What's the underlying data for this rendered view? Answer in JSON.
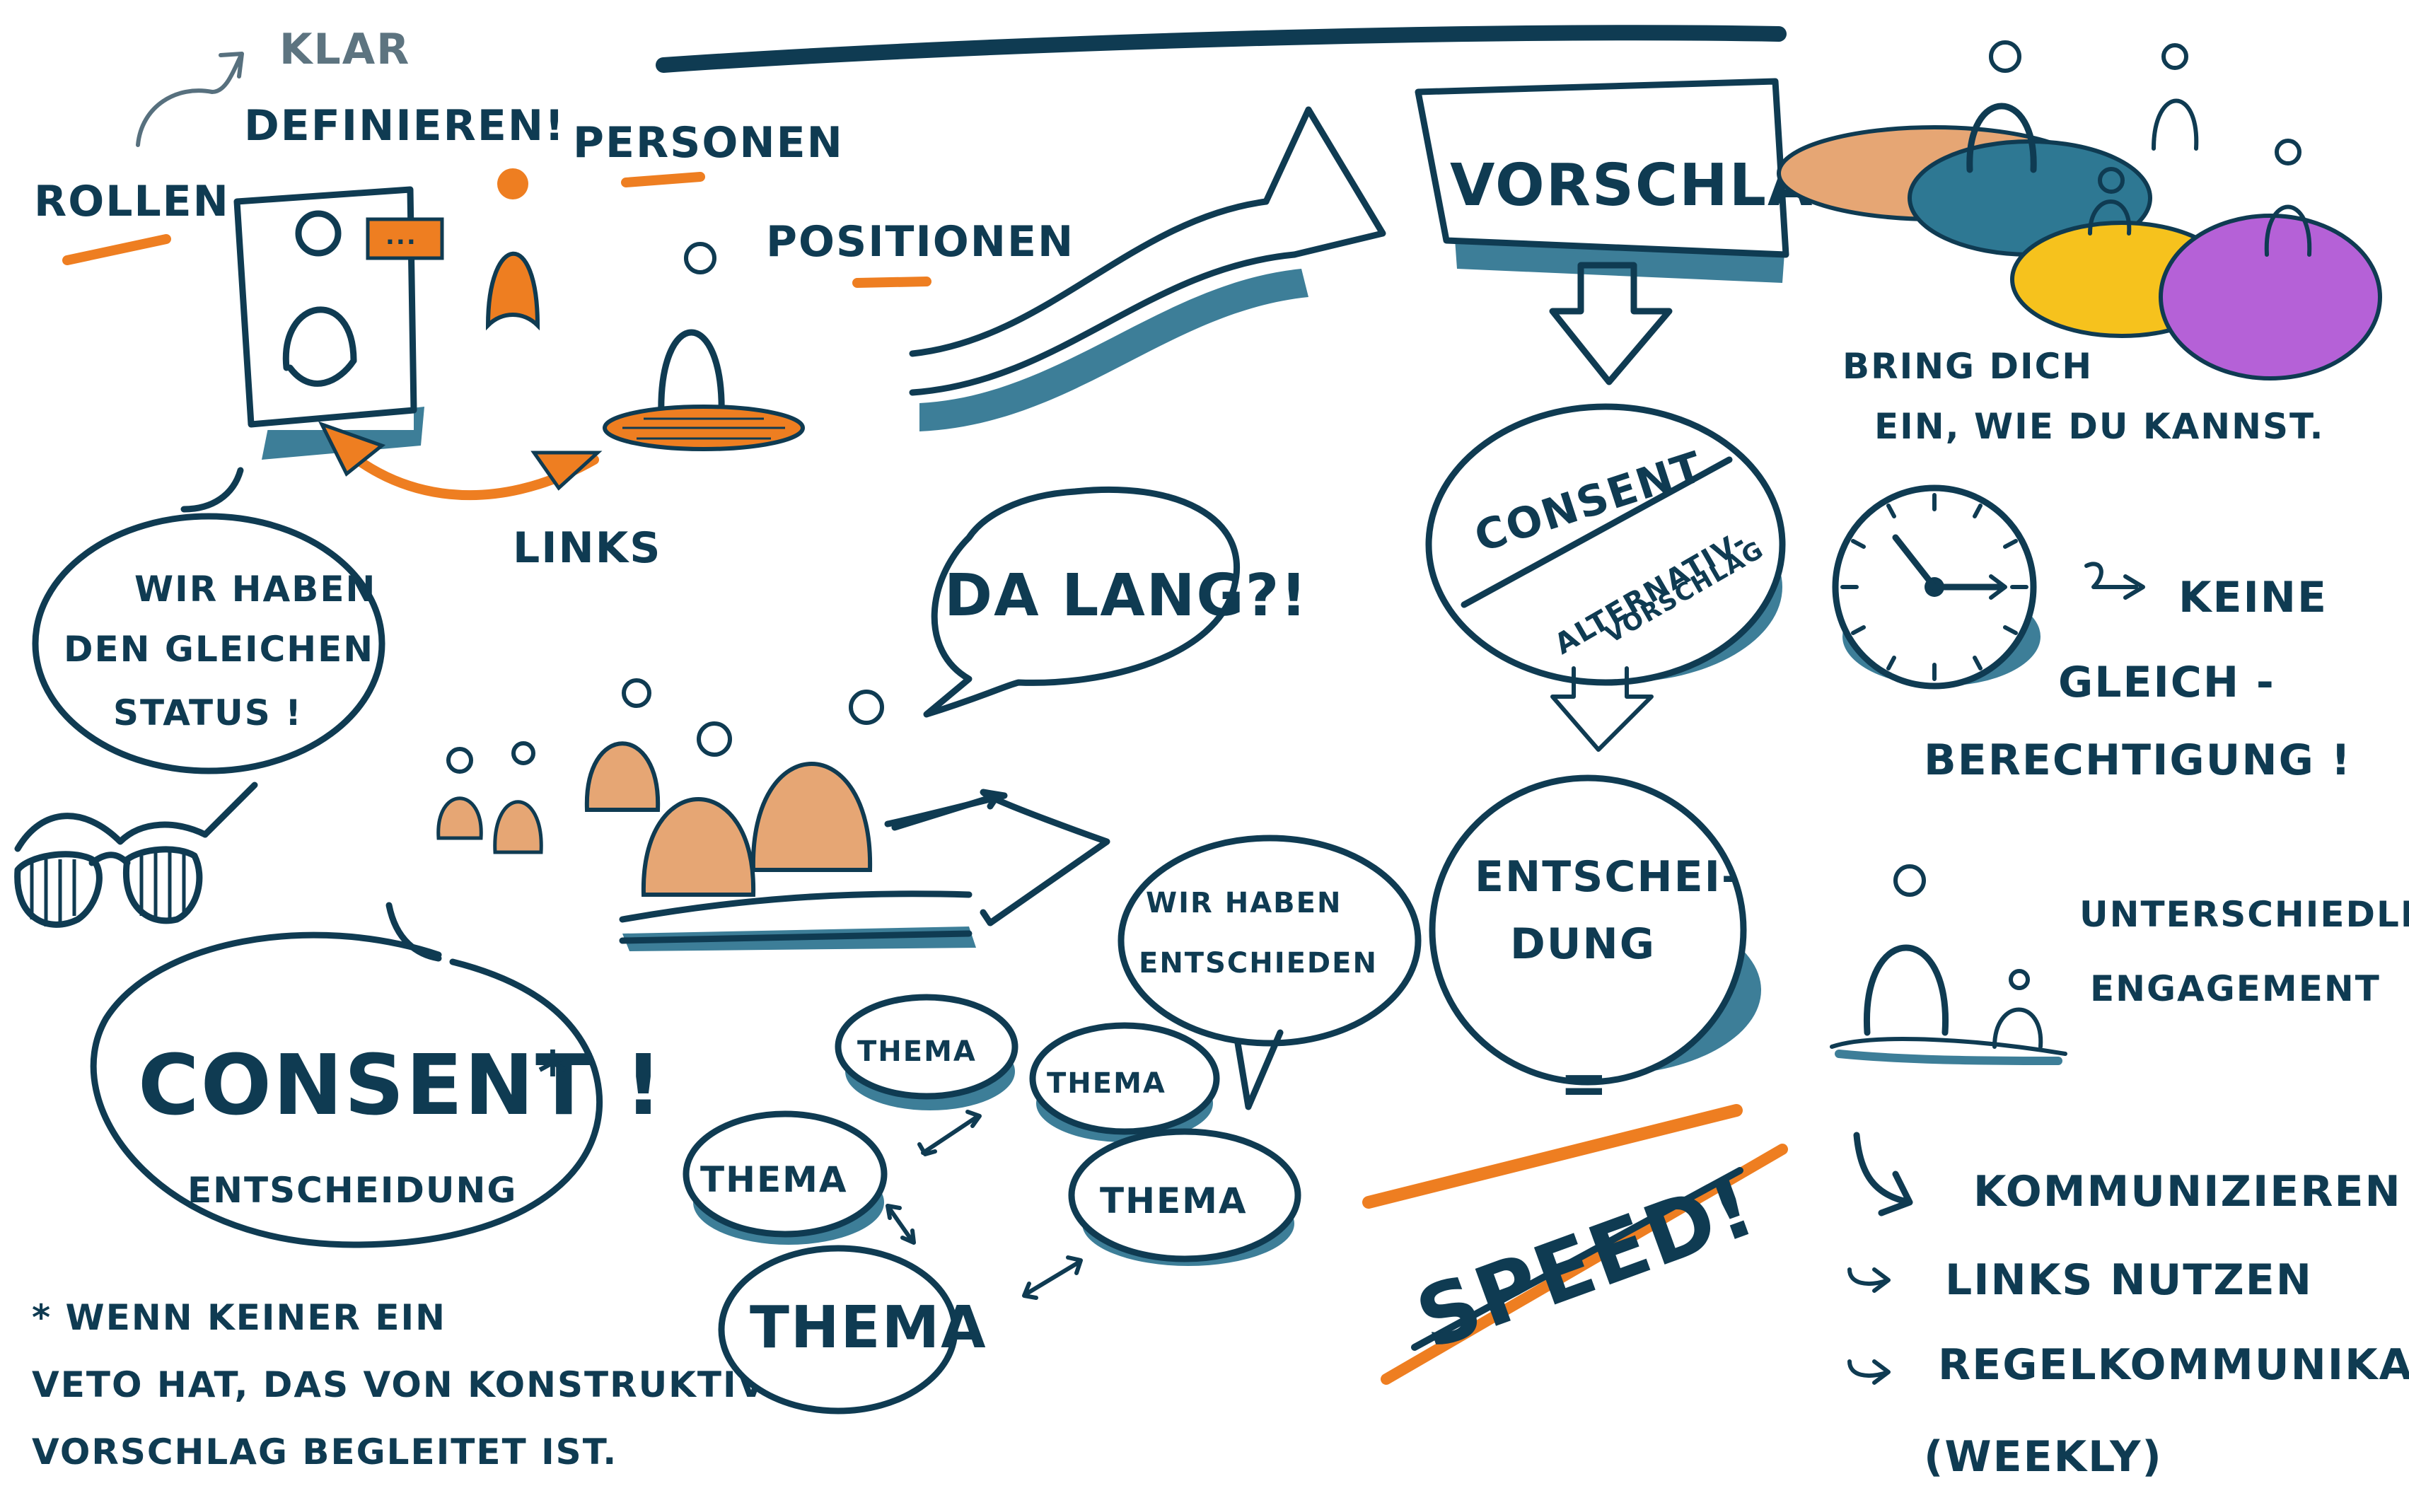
{
  "colors": {
    "ink": "#0f3b52",
    "shadow": "#3d7e98",
    "accent_orange": "#ee7e21",
    "peach": "#e6a674",
    "teal": "#2e7893",
    "yellow": "#f6c21d",
    "purple": "#b561d7"
  },
  "top_left": {
    "klar": "KLAR",
    "definieren": "DEFINIEREN!",
    "rollen": "ROLLEN",
    "personen": "PERSONEN",
    "positionen": "POSITIONEN",
    "links": "LINKS",
    "badge_dots": "..."
  },
  "bubble_status": {
    "line1": "WIR HABEN",
    "line2": "DEN GLEICHEN",
    "line3": "STATUS !"
  },
  "consent_bubble": {
    "title": "CONSENT !",
    "asterisk": "*",
    "subtitle": "ENTSCHEIDUNG"
  },
  "footnote": {
    "line1": "* WENN KEINER EIN",
    "line2": "VETO HAT, DAS VON KONSTRUKTIVEN",
    "line3": "VORSCHLAG BEGLEITET IST."
  },
  "bubble_dalang": "DA LANG?!",
  "bubble_decided": {
    "line1": "WIR HABEN",
    "line2": "ENTSCHIEDEN"
  },
  "themes": [
    "THEMA",
    "THEMA",
    "THEMA",
    "THEMA",
    "THEMA"
  ],
  "flow": {
    "vorschlag": "VORSCHLAG",
    "consent": "CONSENT",
    "alt1": "ALTERNATIV-",
    "alt2": "VORSCHLAG",
    "entscheidung1": "ENTSCHEI-",
    "entscheidung2": "DUNG",
    "equals": "=",
    "speed": "SPEED!"
  },
  "right": {
    "bring1": "BRING DICH",
    "bring2": "EIN, WIE DU KANNST.",
    "keine1": "KEINE",
    "keine2": "GLEICH -",
    "keine3": "BERECHTIGUNG !",
    "unter1": "UNTERSCHIEDLICHES",
    "unter2": "ENGAGEMENT",
    "komm": "KOMMUNIZIEREN",
    "links_nutzen": "LINKS NUTZEN",
    "regel": "REGELKOMMUNIKATION",
    "weekly": "(WEEKLY)"
  },
  "icons": {
    "role_card": "role-card-icon",
    "person": "person-icon",
    "clock": "clock-icon",
    "glasses": "striped-glasses-icon",
    "arrow": "arrow-icon"
  }
}
